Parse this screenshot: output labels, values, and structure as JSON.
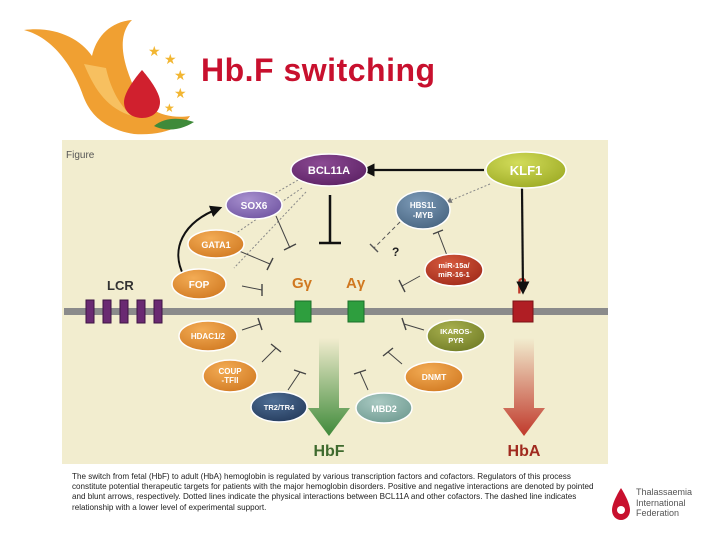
{
  "slide": {
    "title": "Hb.F switching"
  },
  "figure": {
    "label": "Figure",
    "nodes": {
      "bcl11a": "BCL11A",
      "klf1": "KLF1",
      "sox6": "SOX6",
      "hbs1l_myb_line1": "HBS1L",
      "hbs1l_myb_line2": "-MYB",
      "gata1": "GATA1",
      "fop": "FOP",
      "mir_line1": "miR-15a/",
      "mir_line2": "miR-16-1",
      "hdac": "HDAC1/2",
      "ikaros_line1": "IKAROS-",
      "ikaros_line2": "PYR",
      "coup_line1": "COUP",
      "coup_line2": "-TFII",
      "dnmt": "DNMT",
      "tr2": "TR2/TR4",
      "mbd2": "MBD2"
    },
    "question_mark": "?",
    "lcr": "LCR",
    "gamma_g": "Gγ",
    "gamma_a": "Aγ",
    "beta": "β",
    "hbf": "HbF",
    "hba": "HbA",
    "colors": {
      "panel": "#f2edcf",
      "purple": "#6a2a72",
      "lavender": "#8a6db3",
      "orange": "#de8a2a",
      "green_klf": "#b5c32a",
      "slate": "#5b7a99",
      "red": "#c0392b",
      "olive": "#8f9a3a",
      "gene_green": "#2e9e3e",
      "gene_red": "#b01e24"
    }
  },
  "caption": "The switch from fetal (HbF) to adult (HbA) hemoglobin is regulated by various transcription factors and cofactors. Regulators of this process constitute potential therapeutic targets for patients with the major hemoglobin disorders. Positive and negative interactions are denoted by pointed and blunt arrows, respectively. Dotted lines indicate the physical interactions between BCL11A and other cofactors. The dashed line indicates relationship with a lower level of experimental support.",
  "footer_logo": {
    "line1": "Thalassaemia",
    "line2": "International",
    "line3": "Federation"
  }
}
